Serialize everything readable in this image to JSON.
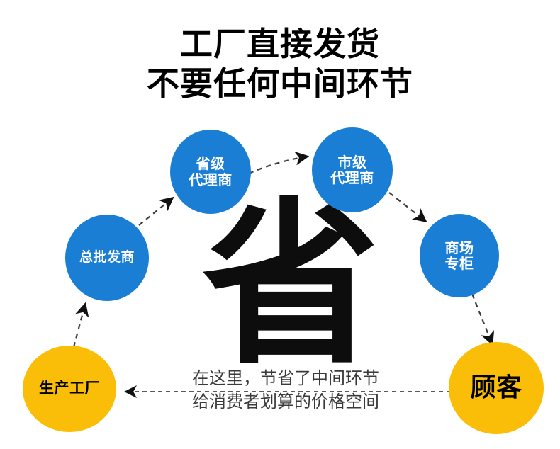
{
  "headline": {
    "line1": "工厂直接发货",
    "line2": "不要任何中间环节"
  },
  "big_glyph": "省",
  "nodes": {
    "wholesaler": {
      "label": "总批发商",
      "color": "#1a7fd4",
      "text_color": "#ffffff"
    },
    "province": {
      "label": "省级\n代理商",
      "line1": "省级",
      "line2": "代理商",
      "color": "#1a7fd4",
      "text_color": "#ffffff"
    },
    "city": {
      "label": "市级\n代理商",
      "line1": "市级",
      "line2": "代理商",
      "color": "#1a7fd4",
      "text_color": "#ffffff"
    },
    "mall": {
      "label": "商场\n专柜",
      "line1": "商场",
      "line2": "专柜",
      "color": "#1a7fd4",
      "text_color": "#ffffff"
    },
    "factory": {
      "label": "生产工厂",
      "color": "#fbbe08",
      "text_color": "#000000"
    },
    "customer": {
      "label": "顾客",
      "color": "#fbbe08",
      "text_color": "#000000"
    }
  },
  "caption": {
    "line1": "在这里，节省了中间环节",
    "line2": "给消费者划算的价格空间"
  },
  "flow": [
    {
      "from": "生产工厂",
      "to": "总批发商"
    },
    {
      "from": "总批发商",
      "to": "省级代理商"
    },
    {
      "from": "省级代理商",
      "to": "市级代理商"
    },
    {
      "from": "市级代理商",
      "to": "商场专柜"
    },
    {
      "from": "商场专柜",
      "to": "顾客"
    },
    {
      "from": "顾客",
      "to": "生产工厂"
    }
  ],
  "colors": {
    "blue": "#1a7fd4",
    "yellow": "#fbbe08",
    "arrow": "#111111",
    "background": "#ffffff",
    "headline": "#000000",
    "caption": "#3a3a3a"
  }
}
